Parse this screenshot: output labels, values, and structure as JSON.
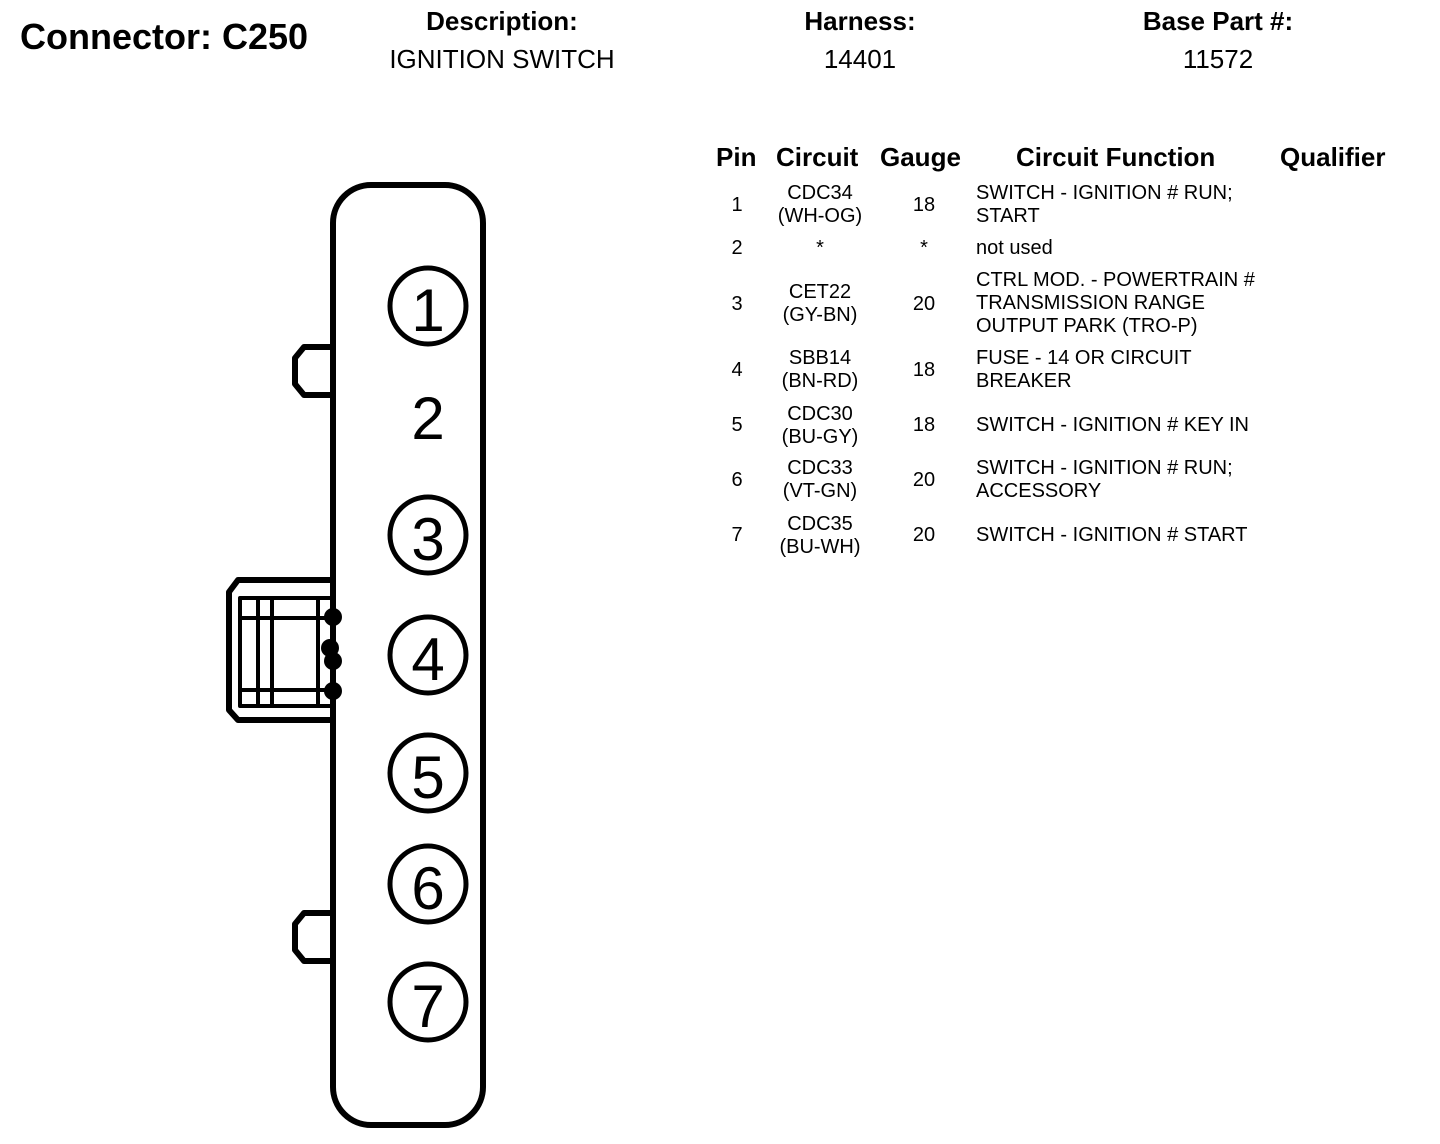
{
  "connector": {
    "label": "Connector: C250"
  },
  "header": {
    "description_label": "Description:",
    "description_value": "IGNITION SWITCH",
    "harness_label": "Harness:",
    "harness_value": "14401",
    "base_part_label": "Base Part #:",
    "base_part_value": "11572"
  },
  "table": {
    "headers": {
      "pin": "Pin",
      "circuit": "Circuit",
      "gauge": "Gauge",
      "function": "Circuit Function",
      "qualifier": "Qualifier"
    },
    "rows": [
      {
        "pin": "1",
        "circuit": "CDC34",
        "color": "(WH-OG)",
        "gauge": "18",
        "function": [
          "SWITCH - IGNITION # RUN;",
          "START"
        ]
      },
      {
        "pin": "2",
        "circuit": "*",
        "color": "",
        "gauge": "*",
        "function": [
          "not used"
        ]
      },
      {
        "pin": "3",
        "circuit": "CET22",
        "color": "(GY-BN)",
        "gauge": "20",
        "function": [
          "CTRL MOD. - POWERTRAIN #",
          "TRANSMISSION RANGE",
          "OUTPUT PARK (TRO-P)"
        ]
      },
      {
        "pin": "4",
        "circuit": "SBB14",
        "color": "(BN-RD)",
        "gauge": "18",
        "function": [
          "FUSE - 14 OR CIRCUIT",
          "BREAKER"
        ]
      },
      {
        "pin": "5",
        "circuit": "CDC30",
        "color": "(BU-GY)",
        "gauge": "18",
        "function": [
          "SWITCH - IGNITION # KEY IN"
        ]
      },
      {
        "pin": "6",
        "circuit": "CDC33",
        "color": "(VT-GN)",
        "gauge": "20",
        "function": [
          "SWITCH - IGNITION # RUN;",
          "ACCESSORY"
        ]
      },
      {
        "pin": "7",
        "circuit": "CDC35",
        "color": "(BU-WH)",
        "gauge": "20",
        "function": [
          "SWITCH - IGNITION # START"
        ]
      }
    ]
  },
  "diagram": {
    "pins": [
      {
        "label": "1",
        "circled": true
      },
      {
        "label": "2",
        "circled": false
      },
      {
        "label": "3",
        "circled": true
      },
      {
        "label": "4",
        "circled": true
      },
      {
        "label": "5",
        "circled": true
      },
      {
        "label": "6",
        "circled": true
      },
      {
        "label": "7",
        "circled": true
      }
    ]
  }
}
